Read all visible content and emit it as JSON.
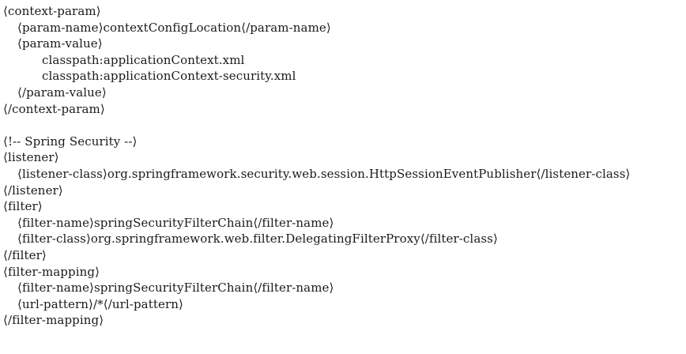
{
  "lines": [
    {
      "text": "⟨context-param⟩",
      "indent": 0
    },
    {
      "text": "⟨param-name⟩contextConfigLocation⟨/param-name⟩",
      "indent": 1
    },
    {
      "text": "⟨param-value⟩",
      "indent": 1
    },
    {
      "text": "classpath:applicationContext.xml",
      "indent": 2
    },
    {
      "text": "classpath:applicationContext-security.xml",
      "indent": 2
    },
    {
      "text": "⟨/param-value⟩",
      "indent": 1
    },
    {
      "text": "⟨/context-param⟩",
      "indent": 0
    },
    {
      "text": "",
      "indent": 0
    },
    {
      "text": "⟨!-- Spring Security --⟩",
      "indent": 0
    },
    {
      "text": "⟨listener⟩",
      "indent": 0
    },
    {
      "text": "⟨listener-class⟩org.springframework.security.web.session.HttpSessionEventPublisher⟨/listener-class⟩",
      "indent": 1
    },
    {
      "text": "⟨/listener⟩",
      "indent": 0
    },
    {
      "text": "⟨filter⟩",
      "indent": 0
    },
    {
      "text": "⟨filter-name⟩springSecurityFilterChain⟨/filter-name⟩",
      "indent": 1
    },
    {
      "text": "⟨filter-class⟩org.springframework.web.filter.DelegatingFilterProxy⟨/filter-class⟩",
      "indent": 1
    },
    {
      "text": "⟨/filter⟩",
      "indent": 0
    },
    {
      "text": "⟨filter-mapping⟩",
      "indent": 0
    },
    {
      "text": "⟨filter-name⟩springSecurityFilterChain⟨/filter-name⟩",
      "indent": 1
    },
    {
      "text": "⟨url-pattern⟩/*⟨/url-pattern⟩",
      "indent": 1
    },
    {
      "text": "⟨/filter-mapping⟩",
      "indent": 0
    }
  ]
}
